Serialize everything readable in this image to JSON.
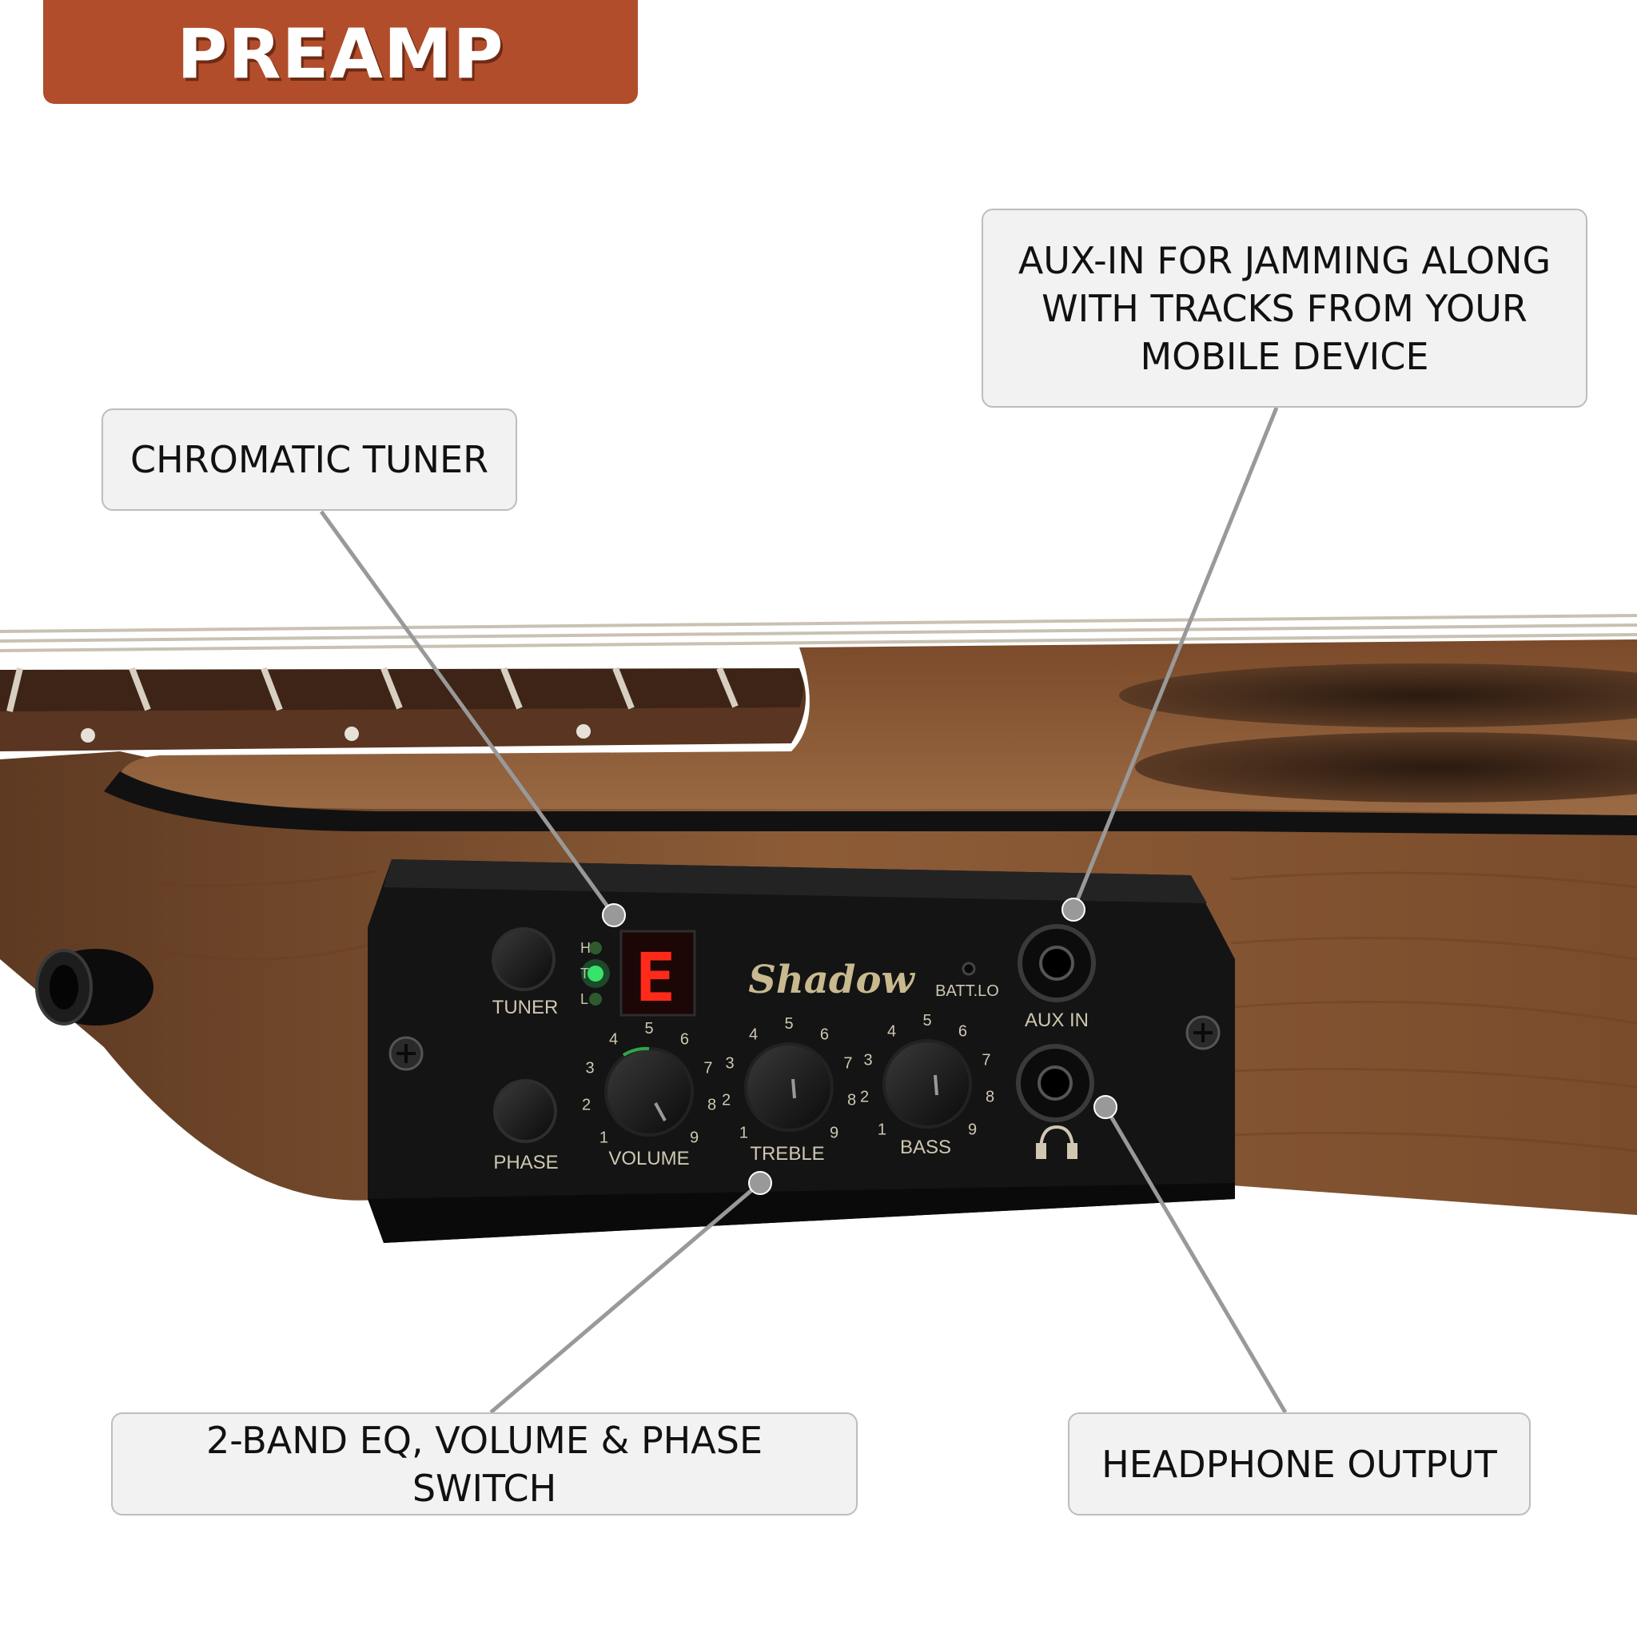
{
  "banner": {
    "title": "PREAMP"
  },
  "callouts": {
    "tuner": "CHROMATIC TUNER",
    "aux": "AUX-IN FOR JAMMING ALONG WITH TRACKS FROM YOUR MOBILE DEVICE",
    "eq": "2-BAND EQ, VOLUME & PHASE SWITCH",
    "headphone": "HEADPHONE OUTPUT"
  },
  "panel": {
    "brand": "Shadow",
    "tuner_button": "TUNER",
    "phase_button": "PHASE",
    "display_note": "E",
    "led_labels": [
      "H",
      "T",
      "L"
    ],
    "batt_label": "BATT.LO",
    "aux_label": "AUX IN",
    "knobs": [
      "VOLUME",
      "TREBLE",
      "BASS"
    ],
    "scale_numbers": [
      "1",
      "2",
      "3",
      "4",
      "5",
      "6",
      "7",
      "8",
      "9"
    ]
  },
  "colors": {
    "banner": "#b24d2b",
    "wood": "#8a5a36",
    "panel": "#141414",
    "display_red": "#ff2a1a",
    "led_green": "#39e36a",
    "leader_line": "#999999"
  },
  "icons": [
    "headphone-icon",
    "screw-icon",
    "strap-button-icon",
    "jack-icon"
  ]
}
